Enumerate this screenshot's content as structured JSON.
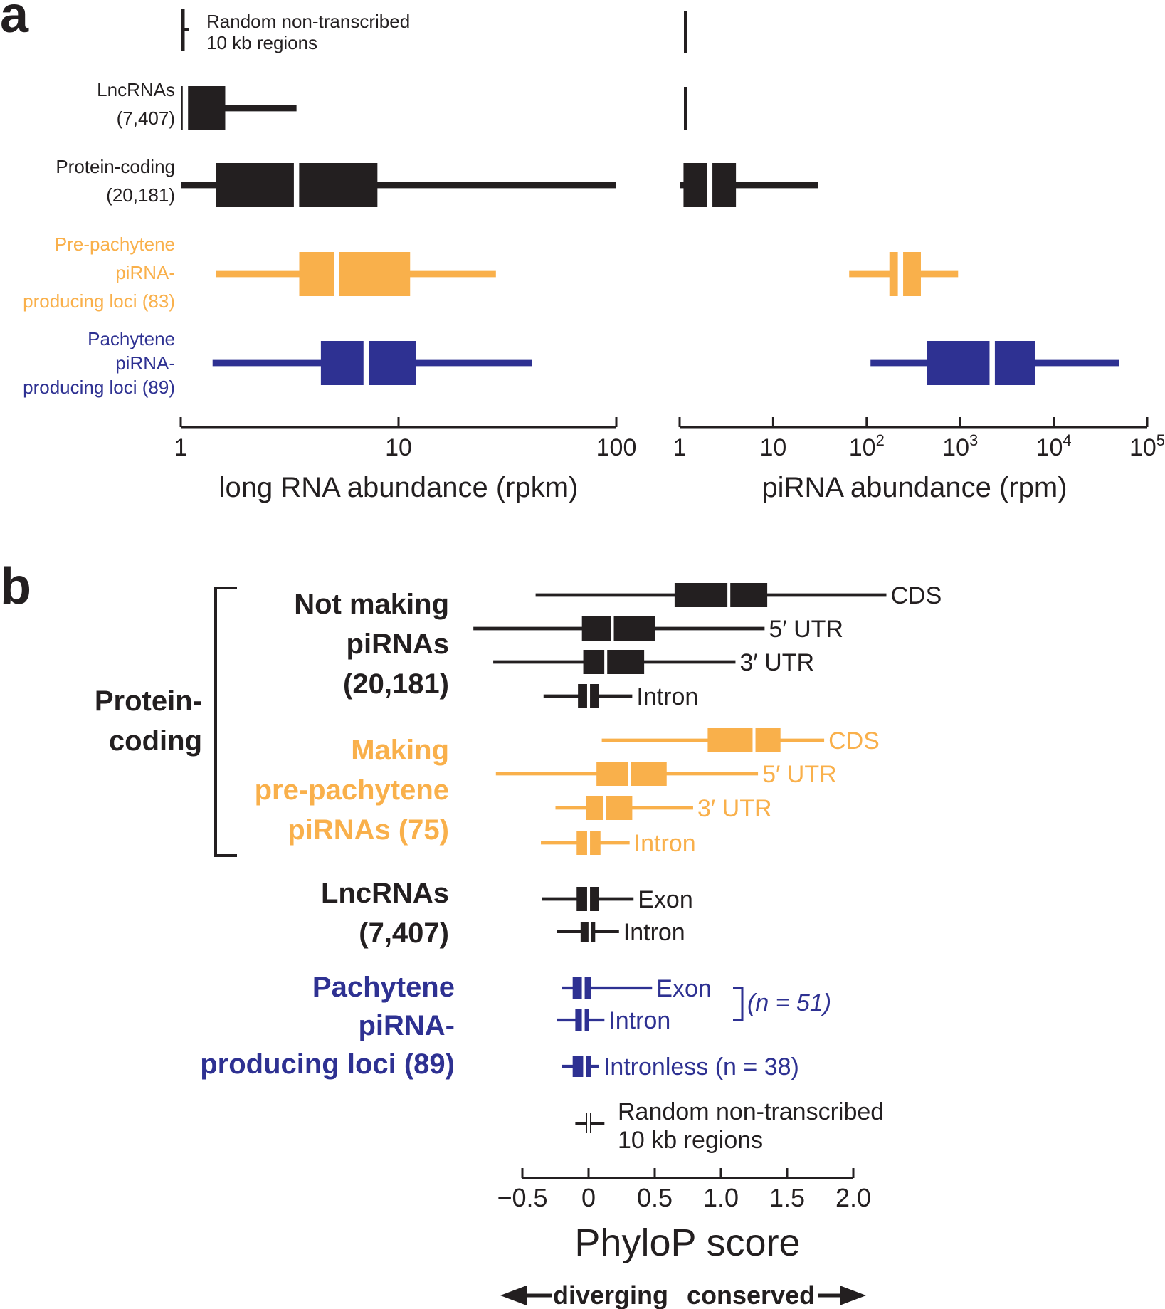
{
  "colors": {
    "black": "#231f20",
    "orange": "#f9b04b",
    "blue": "#2e3192"
  },
  "panel_a": {
    "letter": "a",
    "groups": [
      {
        "lines": [
          "Random non-transcribed",
          "10 kb regions"
        ],
        "color": "black"
      },
      {
        "lines": [
          "LncRNAs",
          "(7,407)"
        ],
        "color": "black"
      },
      {
        "lines": [
          "Protein-coding",
          "(20,181)"
        ],
        "color": "black"
      },
      {
        "lines": [
          "Pre-pachytene",
          "piRNA-",
          "producing loci (83)"
        ],
        "color": "orange"
      },
      {
        "lines": [
          "Pachytene",
          "piRNA-",
          "producing loci (89)"
        ],
        "color": "blue"
      }
    ]
  },
  "panel_b": {
    "letter": "b",
    "bracket_label": [
      "Protein-",
      "coding"
    ],
    "group_labels": [
      {
        "lines": [
          "Not making",
          "piRNAs",
          "(20,181)"
        ],
        "color": "black"
      },
      {
        "lines": [
          "Making",
          "pre-pachytene",
          "piRNAs (75)"
        ],
        "color": "orange"
      },
      {
        "lines": [
          "LncRNAs",
          "(7,407)"
        ],
        "color": "black"
      },
      {
        "lines": [
          "Pachytene",
          "piRNA-",
          "producing loci (89)"
        ],
        "color": "blue"
      }
    ],
    "brace_note": "(n = 51)",
    "random_label": [
      "Random non-transcribed",
      "10 kb regions"
    ],
    "direction": {
      "left": "diverging",
      "right": "conserved"
    }
  },
  "chart_data": [
    {
      "type": "box",
      "title": "",
      "xlabel": "long RNA abundance (rpkm)",
      "x_scale": "log",
      "xlim": [
        1,
        100
      ],
      "xticks": [
        "1",
        "10",
        "100"
      ],
      "series": [
        {
          "name": "Random non-transcribed 10 kb regions",
          "color": "black",
          "whisker_low": 1,
          "q1": 1,
          "median": 1,
          "q3": 1,
          "whisker_high": 1
        },
        {
          "name": "LncRNAs (7,407)",
          "color": "black",
          "whisker_low": 1.0,
          "q1": 1.0,
          "median": 1.05,
          "q3": 1.6,
          "whisker_high": 3.4
        },
        {
          "name": "Protein-coding (20,181)",
          "color": "black",
          "whisker_low": 1.0,
          "q1": 1.45,
          "median": 3.4,
          "q3": 8.0,
          "whisker_high": 100
        },
        {
          "name": "Pre-pachytene piRNA-producing loci (83)",
          "color": "orange",
          "whisker_low": 1.45,
          "q1": 3.5,
          "median": 5.2,
          "q3": 11.3,
          "whisker_high": 28
        },
        {
          "name": "Pachytene piRNA-producing loci (89)",
          "color": "blue",
          "whisker_low": 1.4,
          "q1": 4.4,
          "median": 7.1,
          "q3": 12.0,
          "whisker_high": 41
        }
      ]
    },
    {
      "type": "box",
      "title": "",
      "xlabel": "piRNA abundance (rpm)",
      "x_scale": "log",
      "xlim": [
        1,
        100000
      ],
      "xticks": [
        "1",
        "10",
        "10^2",
        "10^3",
        "10^4",
        "10^5"
      ],
      "series": [
        {
          "name": "Random non-transcribed 10 kb regions",
          "color": "black",
          "whisker_low": 1,
          "q1": 1,
          "median": 1,
          "q3": 1,
          "whisker_high": 1.15
        },
        {
          "name": "LncRNAs (7,407)",
          "color": "black",
          "whisker_low": 1,
          "q1": 1,
          "median": 1,
          "q3": 1,
          "whisker_high": 1.15
        },
        {
          "name": "Protein-coding (20,181)",
          "color": "black",
          "whisker_low": 1.0,
          "q1": 1.1,
          "median": 2.1,
          "q3": 4.0,
          "whisker_high": 30
        },
        {
          "name": "Pre-pachytene piRNA-producing loci (83)",
          "color": "orange",
          "whisker_low": 65,
          "q1": 175,
          "median": 230,
          "q3": 380,
          "whisker_high": 950
        },
        {
          "name": "Pachytene piRNA-producing loci (89)",
          "color": "blue",
          "whisker_low": 110,
          "q1": 440,
          "median": 2200,
          "q3": 6300,
          "whisker_high": 50000
        }
      ]
    },
    {
      "type": "box",
      "title": "",
      "xlabel": "PhyloP score",
      "xlim": [
        -0.5,
        2.0
      ],
      "xticks": [
        "−0.5",
        "0",
        "0.5",
        "1.0",
        "1.5",
        "2.0"
      ],
      "series": [
        {
          "name": "CDS",
          "group": "Not making piRNAs",
          "color": "black",
          "whisker_low": -0.4,
          "q1": 0.65,
          "median": 1.06,
          "q3": 1.35,
          "whisker_high": 2.25
        },
        {
          "name": "5′ UTR",
          "group": "Not making piRNAs",
          "color": "black",
          "whisker_low": -0.87,
          "q1": -0.05,
          "median": 0.18,
          "q3": 0.5,
          "whisker_high": 1.33
        },
        {
          "name": "3′ UTR",
          "group": "Not making piRNAs",
          "color": "black",
          "whisker_low": -0.72,
          "q1": -0.04,
          "median": 0.13,
          "q3": 0.42,
          "whisker_high": 1.11
        },
        {
          "name": "Intron",
          "group": "Not making piRNAs",
          "color": "black",
          "whisker_low": -0.34,
          "q1": -0.08,
          "median": 0.0,
          "q3": 0.08,
          "whisker_high": 0.33
        },
        {
          "name": "CDS",
          "group": "Making pre-pachytene piRNAs",
          "color": "orange",
          "whisker_low": 0.1,
          "q1": 0.9,
          "median": 1.25,
          "q3": 1.45,
          "whisker_high": 1.78
        },
        {
          "name": "5′ UTR",
          "group": "Making pre-pachytene piRNAs",
          "color": "orange",
          "whisker_low": -0.7,
          "q1": 0.06,
          "median": 0.31,
          "q3": 0.59,
          "whisker_high": 1.28
        },
        {
          "name": "3′ UTR",
          "group": "Making pre-pachytene piRNAs",
          "color": "orange",
          "whisker_low": -0.25,
          "q1": -0.02,
          "median": 0.12,
          "q3": 0.33,
          "whisker_high": 0.79
        },
        {
          "name": "Intron",
          "group": "Making pre-pachytene piRNAs",
          "color": "orange",
          "whisker_low": -0.36,
          "q1": -0.09,
          "median": 0.0,
          "q3": 0.09,
          "whisker_high": 0.31
        },
        {
          "name": "Exon",
          "group": "LncRNAs",
          "color": "black",
          "whisker_low": -0.35,
          "q1": -0.09,
          "median": 0.0,
          "q3": 0.08,
          "whisker_high": 0.34
        },
        {
          "name": "Intron",
          "group": "LncRNAs",
          "color": "black",
          "whisker_low": -0.24,
          "q1": -0.06,
          "median": 0.01,
          "q3": 0.05,
          "whisker_high": 0.23
        },
        {
          "name": "Exon",
          "group": "Pachytene piRNA-producing loci",
          "color": "blue",
          "whisker_low": -0.2,
          "q1": -0.12,
          "median": -0.04,
          "q3": 0.02,
          "whisker_high": 0.48
        },
        {
          "name": "Intron",
          "group": "Pachytene piRNA-producing loci",
          "color": "blue",
          "whisker_low": -0.24,
          "q1": -0.1,
          "median": -0.04,
          "q3": 0.0,
          "whisker_high": 0.12
        },
        {
          "name": "Intronless (n = 38)",
          "group": "Pachytene piRNA-producing loci",
          "color": "blue",
          "whisker_low": -0.2,
          "q1": -0.12,
          "median": -0.03,
          "q3": 0.02,
          "whisker_high": 0.08
        },
        {
          "name": "Random non-transcribed 10 kb regions",
          "group": "",
          "color": "black",
          "whisker_low": -0.1,
          "q1": -0.02,
          "median": 0.0,
          "q3": 0.02,
          "whisker_high": 0.12
        }
      ]
    }
  ]
}
